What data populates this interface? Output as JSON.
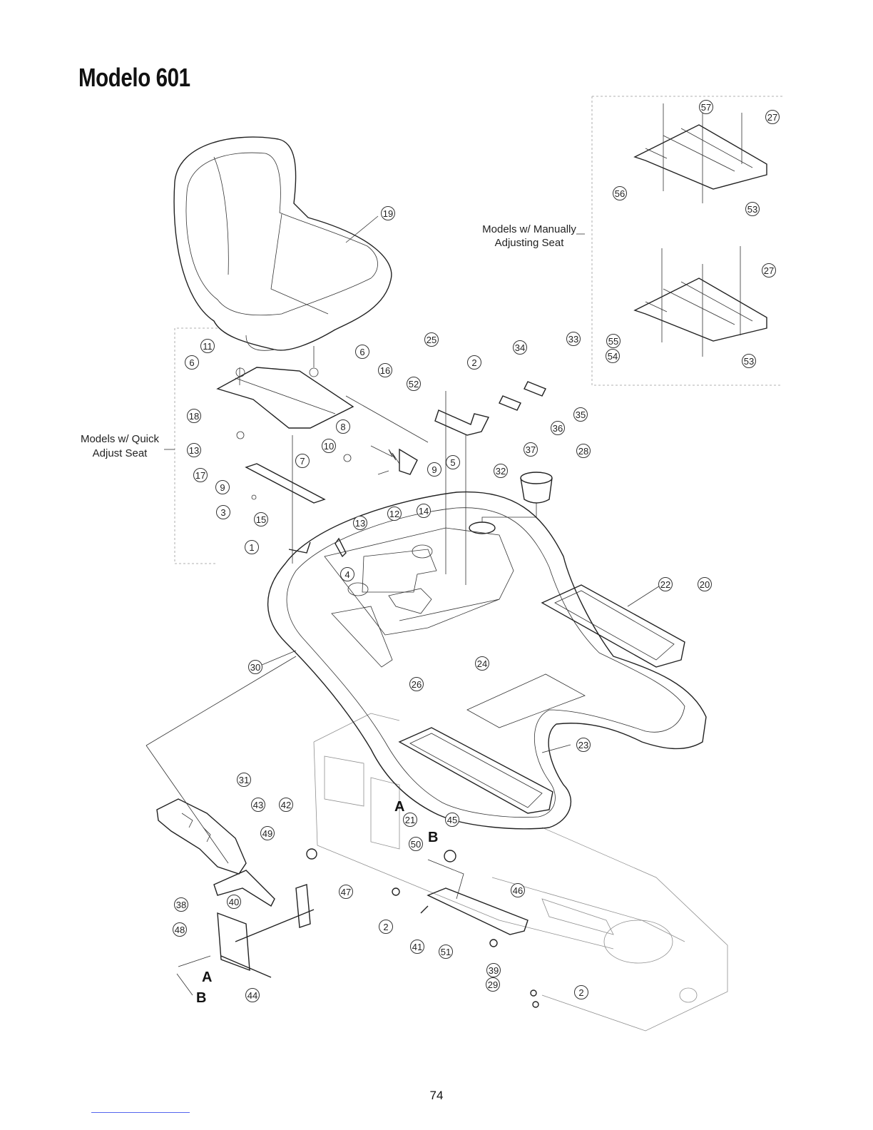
{
  "page": {
    "title": "Modelo 601",
    "page_number": "74"
  },
  "labels": {
    "manual_seat": [
      "Models w/ Manually",
      "Adjusting Seat"
    ],
    "quick_seat": [
      "Models w/ Quick",
      "Adjust Seat"
    ],
    "letter_a": "A",
    "letter_b": "B"
  },
  "callouts": [
    "57",
    "27",
    "56",
    "53",
    "27",
    "55",
    "54",
    "53",
    "19",
    "11",
    "6",
    "6",
    "16",
    "18",
    "13",
    "17",
    "9",
    "3",
    "15",
    "1",
    "7",
    "10",
    "8",
    "13",
    "12",
    "14",
    "4",
    "25",
    "52",
    "2",
    "9",
    "5",
    "34",
    "33",
    "35",
    "36",
    "37",
    "32",
    "28",
    "22",
    "20",
    "30",
    "26",
    "24",
    "23",
    "21",
    "31",
    "43",
    "42",
    "49",
    "47",
    "45",
    "50",
    "2",
    "41",
    "51",
    "46",
    "39",
    "29",
    "2",
    "38",
    "48",
    "40",
    "44"
  ]
}
